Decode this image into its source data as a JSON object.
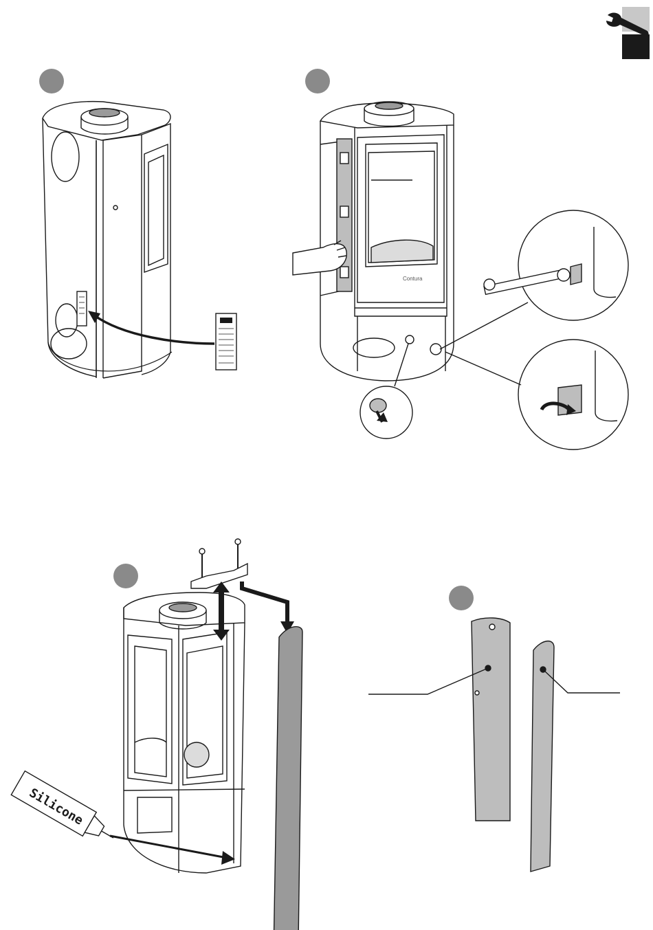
{
  "header": {
    "section_icon": "wrench-icon",
    "tab_top_color": "#c8c8c8",
    "tab_bottom_color": "#1a1a1a"
  },
  "steps": [
    {
      "name": "step-1",
      "badge_color": "#8a8a8a",
      "label": ""
    },
    {
      "name": "step-2",
      "badge_color": "#8a8a8a",
      "label": ""
    },
    {
      "name": "step-3",
      "badge_color": "#8a8a8a",
      "label": ""
    },
    {
      "name": "step-4",
      "badge_color": "#8a8a8a",
      "label": ""
    }
  ],
  "illustration": {
    "stove_brand": "Contura",
    "tube_label": "Silicone"
  },
  "colors": {
    "line": "#1a1a1a",
    "panel_fill": "#bdbdbd",
    "panel_dark": "#9a9a9a",
    "badge": "#8a8a8a"
  }
}
